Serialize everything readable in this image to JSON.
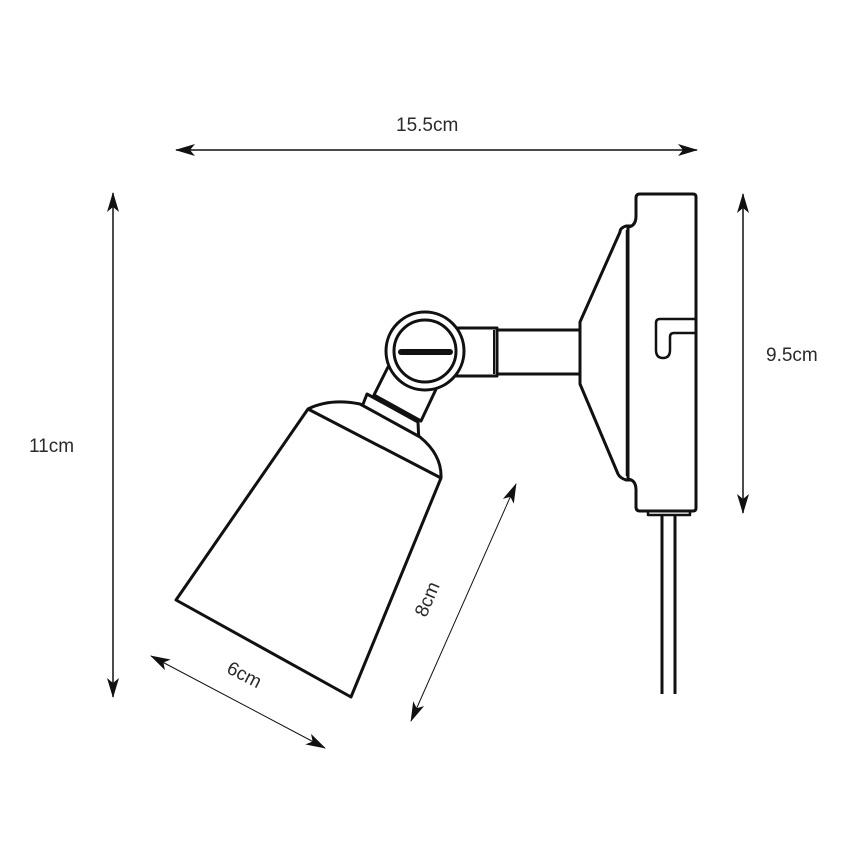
{
  "diagram": {
    "subject": "wall spot lamp dimension drawing",
    "stroke_color": "#111111",
    "text_color": "#2a2a2a",
    "dimensions": {
      "overall_width": {
        "label": "15.5cm"
      },
      "overall_height": {
        "label": "11cm"
      },
      "backplate_height": {
        "label": "9.5cm"
      },
      "shade_length": {
        "label": "8cm"
      },
      "shade_diameter": {
        "label": "6cm"
      }
    },
    "parts": [
      "shade",
      "shade-cap",
      "swivel-knuckle",
      "arm",
      "backplate-cone",
      "backplate",
      "keyhole-slot",
      "cable"
    ]
  }
}
